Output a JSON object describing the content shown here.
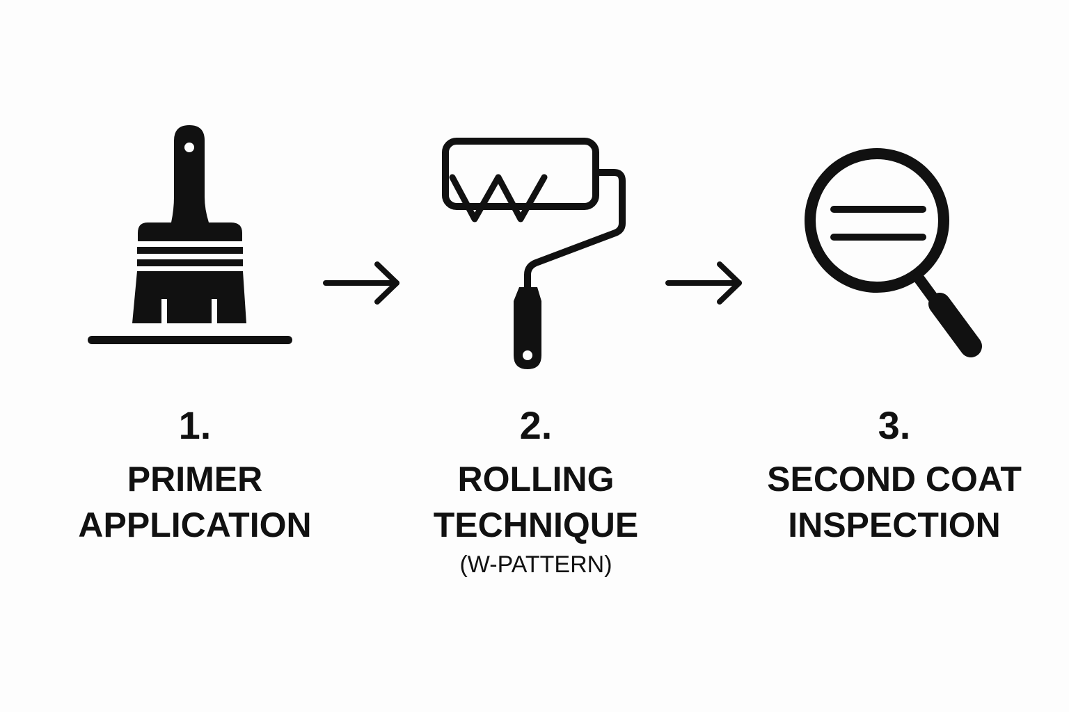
{
  "diagram": {
    "colors": {
      "ink": "#111111",
      "background": "#fdfdfd"
    },
    "steps": [
      {
        "number": "1.",
        "label_line1": "PRIMER",
        "label_line2": "APPLICATION",
        "icon": "paintbrush-icon"
      },
      {
        "number": "2.",
        "label_line1": "ROLLING",
        "label_line2": "TECHNIQUE",
        "note": "(W-PATTERN)",
        "icon": "paint-roller-icon"
      },
      {
        "number": "3.",
        "label_line1": "SECOND COAT",
        "label_line2": "INSPECTION",
        "icon": "magnifying-glass-icon"
      }
    ],
    "connectors": [
      "arrow-right-icon",
      "arrow-right-icon"
    ]
  }
}
